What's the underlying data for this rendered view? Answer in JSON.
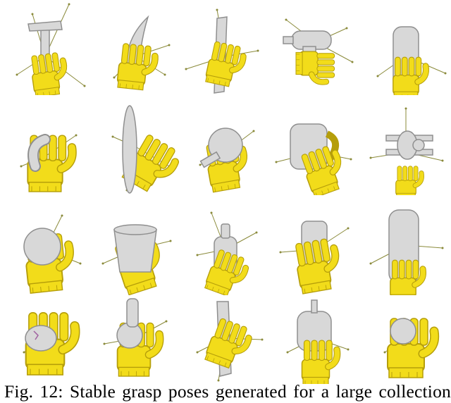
{
  "figure": {
    "caption": "Fig. 12: Stable grasp poses generated for a large collection",
    "colors": {
      "hand": "#f2dc1a",
      "hand_dark": "#b59e0a",
      "object": "#d8d8d8",
      "object_dark": "#8f8f8f",
      "force_vector": "#8a8a3a"
    },
    "rows": [
      [
        {
          "object": "hammer",
          "icon": "hammer-icon"
        },
        {
          "object": "banana",
          "icon": "banana-icon"
        },
        {
          "object": "flat-plank",
          "icon": "plank-icon"
        },
        {
          "object": "power-drill",
          "icon": "drill-icon"
        },
        {
          "object": "rounded-bar",
          "icon": "bar-icon"
        }
      ],
      [
        {
          "object": "curved-tube",
          "icon": "tube-icon"
        },
        {
          "object": "thin-disk",
          "icon": "disk-icon"
        },
        {
          "object": "round-flask",
          "icon": "flask-icon"
        },
        {
          "object": "mug",
          "icon": "mug-icon"
        },
        {
          "object": "toy-airplane",
          "icon": "airplane-icon"
        }
      ],
      [
        {
          "object": "ball",
          "icon": "ball-icon"
        },
        {
          "object": "cup",
          "icon": "cup-icon"
        },
        {
          "object": "bottle",
          "icon": "bottle-icon"
        },
        {
          "object": "box",
          "icon": "box-icon"
        },
        {
          "object": "tall-cylinder",
          "icon": "cylinder-icon"
        }
      ],
      [
        {
          "object": "bowl",
          "icon": "bowl-icon"
        },
        {
          "object": "spray-bottle",
          "icon": "spray-bottle-icon"
        },
        {
          "object": "long-vase",
          "icon": "vase-icon"
        },
        {
          "object": "jar",
          "icon": "jar-icon"
        },
        {
          "object": "small-ball",
          "icon": "small-ball-icon"
        }
      ]
    ]
  }
}
